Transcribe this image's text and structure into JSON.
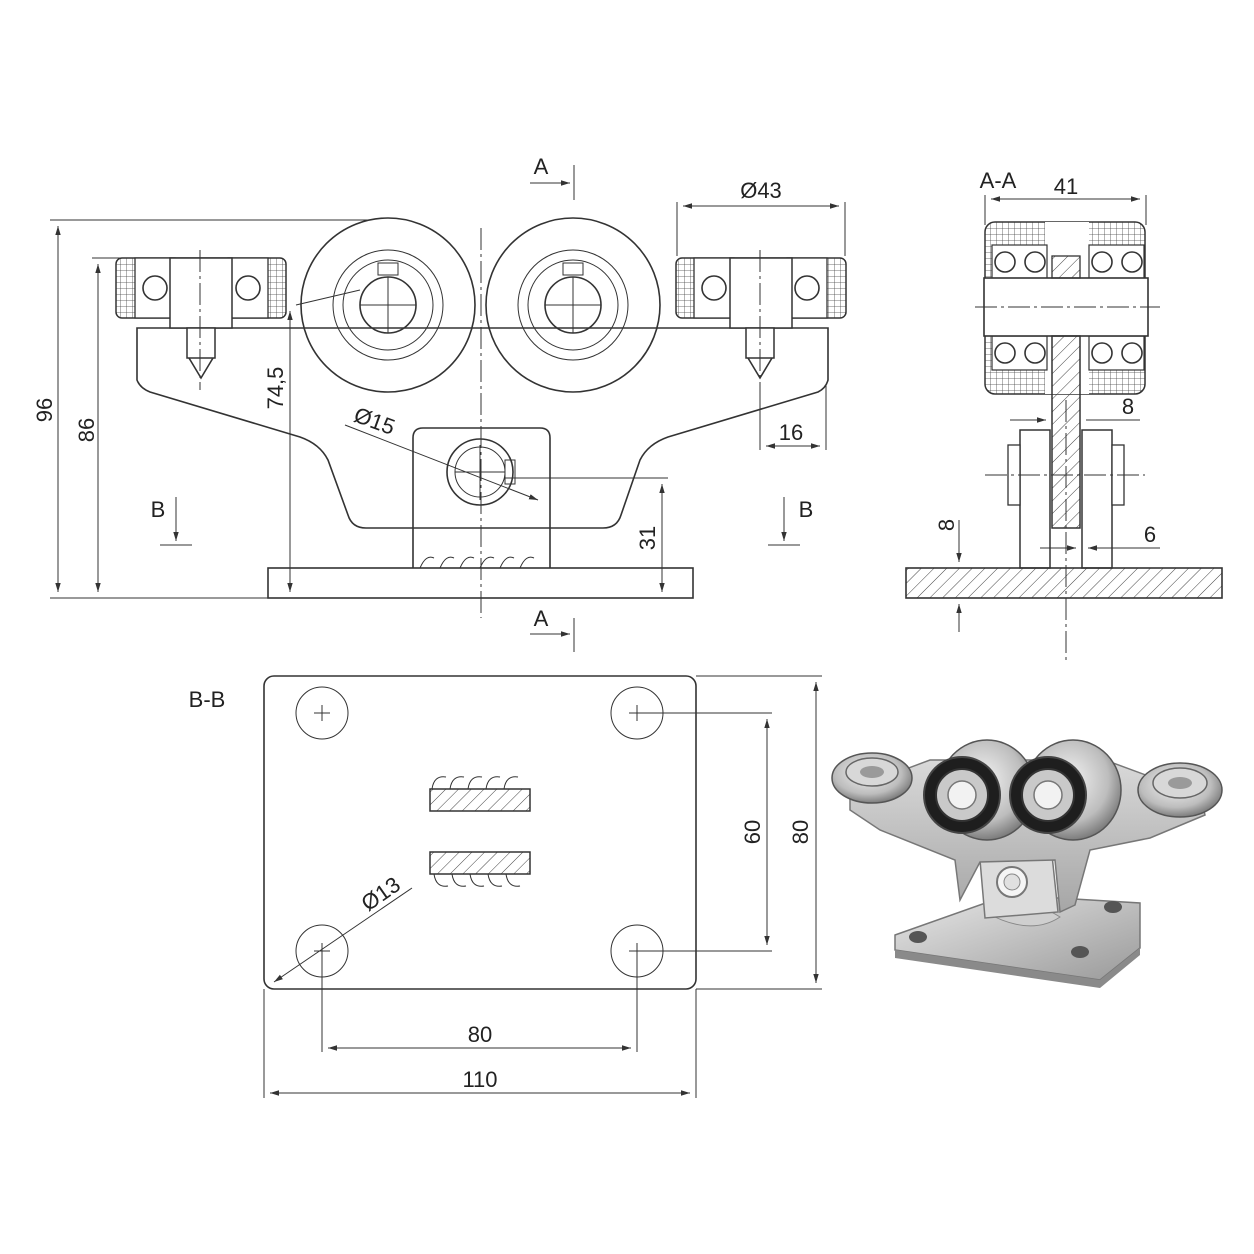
{
  "sections": {
    "front_cut_label": "A",
    "side_section_title": "A-A",
    "bottom_cut_label": "B",
    "base_section_title": "B-B"
  },
  "dimensions": {
    "overall_height": "96",
    "body_height": "86",
    "axle_height": "74,5",
    "side_wheel_diameter": "Ø43",
    "center_hole_diameter": "Ø15",
    "pin_offset": "16",
    "bracket_height": "31",
    "width_section": "41",
    "plate_thickness_section": "8",
    "axle_plate_thickness": "8",
    "rib_thickness": "6",
    "hole_diameter": "Ø13",
    "hole_spacing_vertical": "60",
    "plate_height": "80",
    "hole_spacing_horizontal": "80",
    "plate_width": "110"
  },
  "colors": {
    "line": "#333333",
    "metal_light": "#e6e6e6",
    "metal_dark": "#8a8a8a"
  }
}
